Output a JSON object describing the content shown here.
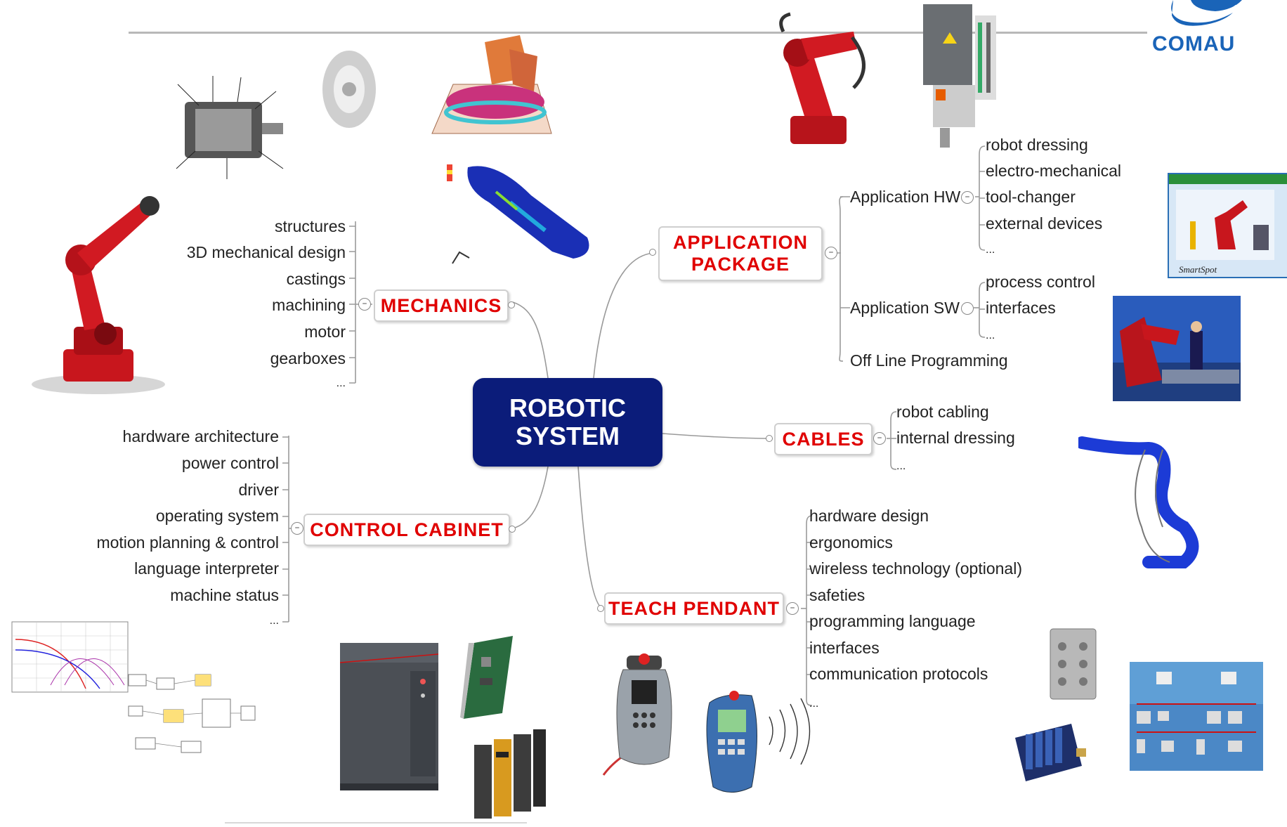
{
  "logo": {
    "text": "COMAU",
    "color": "#1a64b8"
  },
  "colors": {
    "center_fill": "#0b1c7a",
    "topic_text": "#e00000",
    "line": "#9a9a9a"
  },
  "central_node": {
    "line1": "ROBOTIC",
    "line2": "SYSTEM"
  },
  "mechanics": {
    "title": "MECHANICS",
    "items": [
      "structures",
      "3D mechanical design",
      "castings",
      "machining",
      "motor",
      "gearboxes",
      "..."
    ]
  },
  "control_cabinet": {
    "title": "CONTROL CABINET",
    "items": [
      "hardware architecture",
      "power control",
      "driver",
      "operating system",
      "motion planning & control",
      "language interpreter",
      "machine status",
      "..."
    ]
  },
  "application_package": {
    "title_line1": "APPLICATION",
    "title_line2": "PACKAGE",
    "application_hw": {
      "label": "Application HW",
      "items": [
        "robot dressing",
        "electro-mechanical",
        "tool-changer",
        "external devices",
        "..."
      ]
    },
    "application_sw": {
      "label": "Application SW",
      "items": [
        "process control",
        "interfaces",
        "..."
      ]
    },
    "off_line": "Off Line Programming"
  },
  "cables": {
    "title": "CABLES",
    "items": [
      "robot cabling",
      "internal dressing",
      "..."
    ]
  },
  "teach_pendant": {
    "title": "TEACH PENDANT",
    "items": [
      "hardware design",
      "ergonomics",
      "wireless technology (optional)",
      "safeties",
      "programming language",
      "interfaces",
      "communication protocols",
      "..."
    ]
  },
  "images": {
    "software_screen_caption": "SmartSpot"
  },
  "icons": [
    "comau-logo-icon",
    "robot-arm-icon",
    "motor-cutaway-icon",
    "gearbox-icon",
    "fem-robot-base-icon",
    "fem-arm-icon",
    "welding-robot-icon",
    "application-cabinet-icon",
    "smartspot-screen-icon",
    "robot-cell-icon",
    "cable-dressing-icon",
    "motor-chart-icon",
    "control-diagram-icon",
    "control-cabinet-icon",
    "circuit-board-icon",
    "drive-modules-icon",
    "teach-pendant-icon",
    "wireless-pendant-icon",
    "io-module-icon",
    "fieldbus-modules-icon",
    "network-diagram-icon"
  ]
}
